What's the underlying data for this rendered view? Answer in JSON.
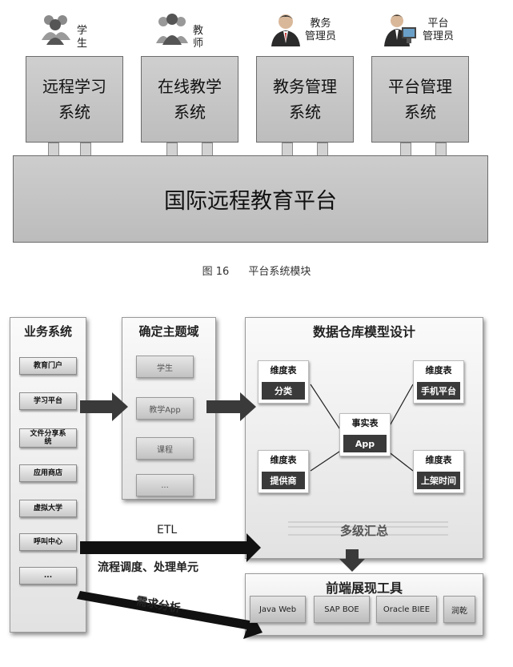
{
  "figure16": {
    "roles": [
      {
        "icon": "students-icon",
        "label": "学生"
      },
      {
        "icon": "teachers-icon",
        "label": "教师"
      },
      {
        "icon": "admin-icon",
        "label": "教务\n管理员"
      },
      {
        "icon": "platform-admin-icon",
        "label": "平台\n管理员"
      }
    ],
    "systems": [
      "远程学习\n系统",
      "在线教学\n系统",
      "教务管理\n系统",
      "平台管理\n系统"
    ],
    "platform": "国际远程教育平台",
    "caption_number": "图 16",
    "caption_text": "平台系统模块"
  },
  "figure17": {
    "business": {
      "title": "业务系统",
      "items": [
        "教育门户",
        "学习平台",
        "文件分享系\n统",
        "应用商店",
        "虚拟大学",
        "呼叫中心",
        "..."
      ]
    },
    "topics": {
      "title": "确定主题域",
      "items": [
        "学生",
        "教学App",
        "课程",
        "..."
      ]
    },
    "warehouse": {
      "title": "数据仓库模型设计",
      "dimensions": [
        {
          "header": "维度表",
          "value": "分类"
        },
        {
          "header": "维度表",
          "value": "手机平台"
        },
        {
          "header": "维度表",
          "value": "提供商"
        },
        {
          "header": "维度表",
          "value": "上架时间"
        }
      ],
      "fact": {
        "header": "事实表",
        "value": "App"
      },
      "summary": "多级汇总"
    },
    "frontend": {
      "title": "前端展现工具",
      "tools": [
        "Java Web",
        "SAP BOE",
        "Oracle BIEE",
        "润乾"
      ]
    },
    "arrows": {
      "etl": "ETL",
      "process": "流程调度、处理单元",
      "demand": "需求分析"
    }
  }
}
